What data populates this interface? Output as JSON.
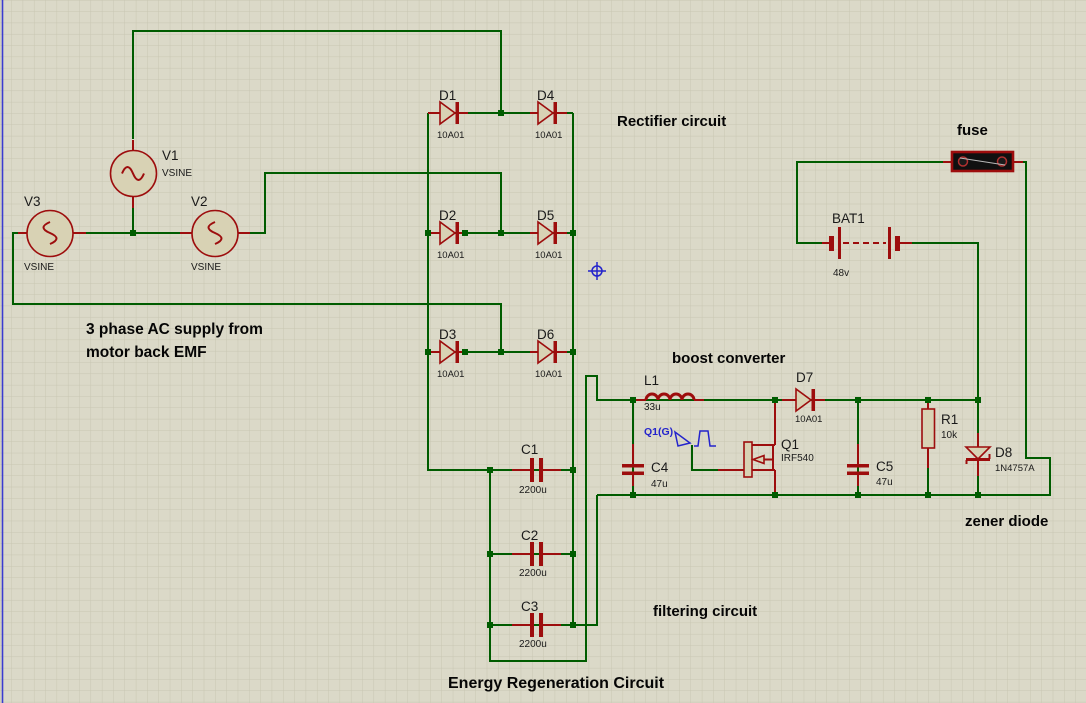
{
  "app": {
    "name": "schematic-editor-canvas",
    "sheet": "Energy Regeneration Circuit"
  },
  "annotations": {
    "rectifier": "Rectifier circuit",
    "supply_line1": "3 phase AC supply from",
    "supply_line2": "motor back EMF",
    "boost": "boost converter",
    "filtering": "filtering circuit",
    "fuse": "fuse",
    "zener": "zener diode",
    "title": "Energy Regeneration Circuit",
    "gate_probe": "Q1(G)"
  },
  "components": {
    "v1": {
      "ref": "V1",
      "value": "VSINE"
    },
    "v2": {
      "ref": "V2",
      "value": "VSINE"
    },
    "v3": {
      "ref": "V3",
      "value": "VSINE"
    },
    "d1": {
      "ref": "D1",
      "value": "10A01"
    },
    "d2": {
      "ref": "D2",
      "value": "10A01"
    },
    "d3": {
      "ref": "D3",
      "value": "10A01"
    },
    "d4": {
      "ref": "D4",
      "value": "10A01"
    },
    "d5": {
      "ref": "D5",
      "value": "10A01"
    },
    "d6": {
      "ref": "D6",
      "value": "10A01"
    },
    "d7": {
      "ref": "D7",
      "value": "10A01"
    },
    "d8": {
      "ref": "D8",
      "value": "1N4757A"
    },
    "c1": {
      "ref": "C1",
      "value": "2200u"
    },
    "c2": {
      "ref": "C2",
      "value": "2200u"
    },
    "c3": {
      "ref": "C3",
      "value": "2200u"
    },
    "c4": {
      "ref": "C4",
      "value": "47u"
    },
    "c5": {
      "ref": "C5",
      "value": "47u"
    },
    "l1": {
      "ref": "L1",
      "value": "33u"
    },
    "q1": {
      "ref": "Q1",
      "value": "IRF540"
    },
    "r1": {
      "ref": "R1",
      "value": "10k"
    },
    "bat1": {
      "ref": "BAT1",
      "value": "48v"
    }
  },
  "colors": {
    "background": "#dbd9c8",
    "grid": "#c8c6b2",
    "wire": "#005c00",
    "component": "#9d0d0d",
    "component_fill": "#d8d2b4",
    "annotation_text": "#050505",
    "probe_blue": "#2424cc",
    "sheet_border_blue": "#3b3bd0",
    "fuse_body": "#101010"
  }
}
